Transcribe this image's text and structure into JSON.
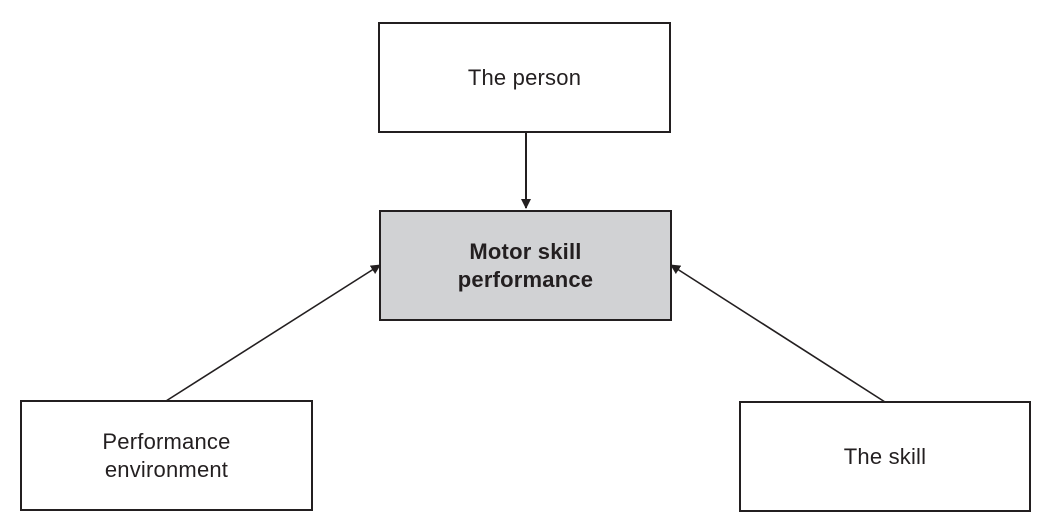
{
  "colors": {
    "line": "#231f20",
    "box_fill": "#ffffff",
    "center_fill": "#d1d2d4"
  },
  "nodes": {
    "person": {
      "label": "The person"
    },
    "center": {
      "label": "Motor skill\nperformance"
    },
    "environment": {
      "label": "Performance\nenvironment"
    },
    "skill": {
      "label": "The skill"
    }
  },
  "edges": [
    {
      "from": "person",
      "to": "center"
    },
    {
      "from": "environment",
      "to": "center"
    },
    {
      "from": "skill",
      "to": "center"
    }
  ]
}
